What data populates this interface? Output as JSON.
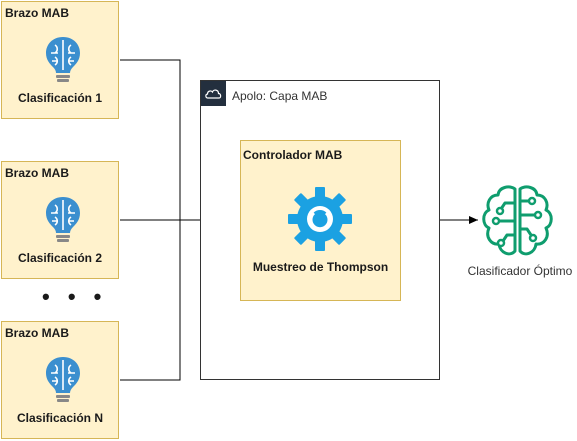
{
  "arms": [
    {
      "title": "Brazo MAB",
      "label": "Clasificación 1"
    },
    {
      "title": "Brazo MAB",
      "label": "Clasificación 2"
    },
    {
      "title": "Brazo MAB",
      "label": "Clasificación N"
    }
  ],
  "ellipsis": "• • •",
  "apolo": {
    "title": "Apolo: Capa MAB",
    "icon": "cloud-icon"
  },
  "controller": {
    "title": "Controlador MAB",
    "label": "Muestreo de Thompson",
    "icon": "gear-icon"
  },
  "output": {
    "label": "Clasificador Óptimo",
    "icon": "brain-circuit-icon"
  },
  "colors": {
    "box_fill": "#fff2cc",
    "box_border": "#d6b656",
    "bulb_blue": "#3b8fcf",
    "gear_blue": "#1ba1e2",
    "brain_green": "#0f9d6e"
  }
}
